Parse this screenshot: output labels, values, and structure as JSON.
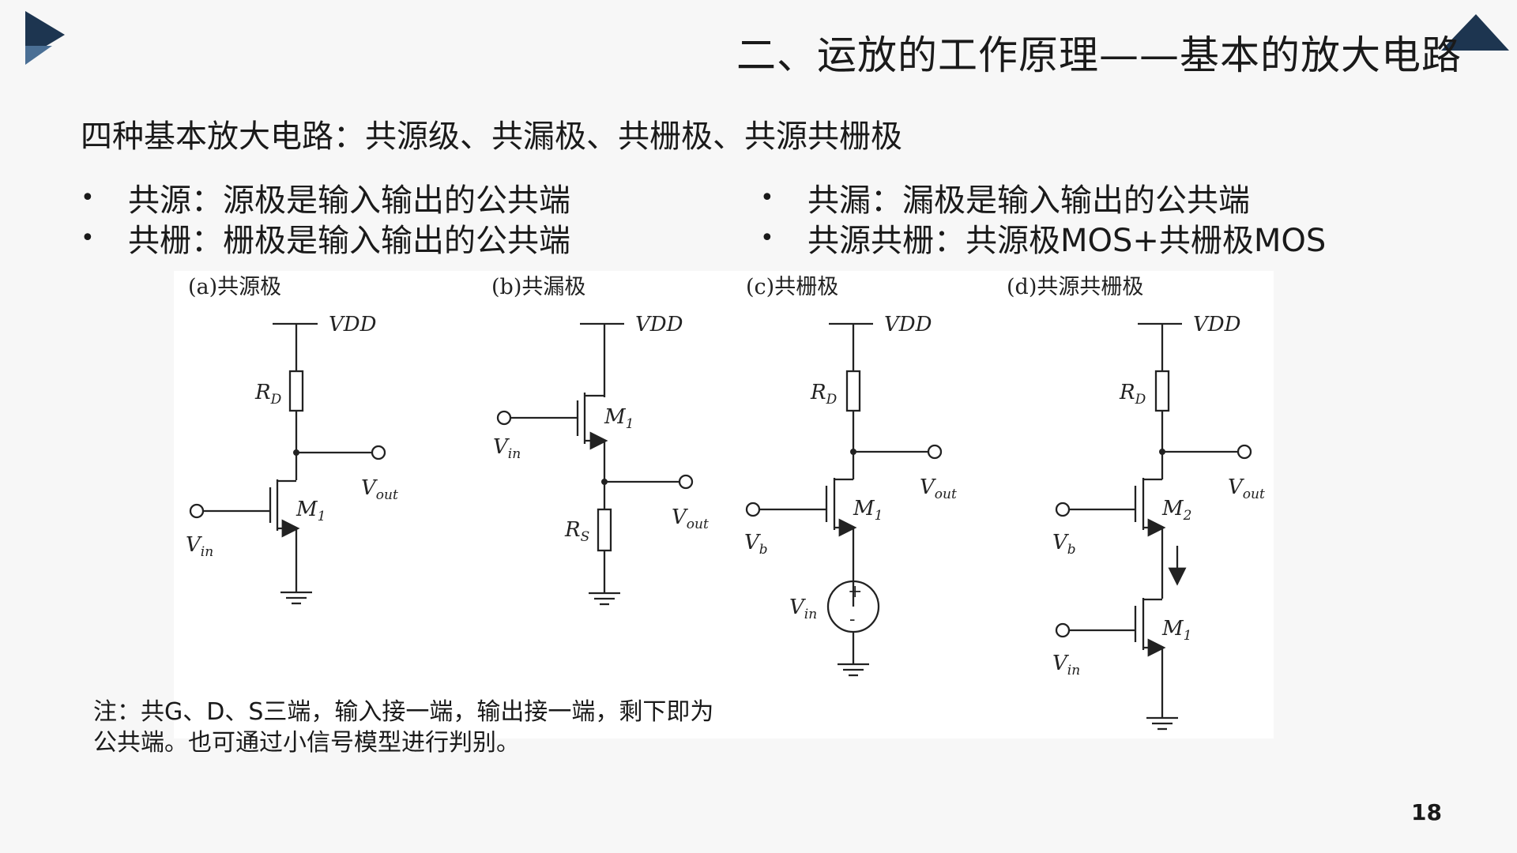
{
  "slide": {
    "title": "二、运放的工作原理——基本的放大电路",
    "intro": "四种基本放大电路：共源级、共漏极、共栅极、共源共栅极",
    "bullets": [
      "共源：源极是输入输出的公共端",
      "共漏：漏极是输入输出的公共端",
      "共栅：栅极是输入输出的公共端",
      "共源共栅：共源极MOS+共栅极MOS"
    ],
    "bullet_symbol": "•",
    "note_lines": [
      "注：共G、D、S三端，输入接一端，输出接一端，剩下即为",
      "公共端。也可通过小信号模型进行判别。"
    ],
    "page_number": "18"
  },
  "figure": {
    "circuits": [
      {
        "caption": "(a)共源极",
        "vdd": "VDD",
        "rd": "R",
        "rd_sub": "D",
        "m1": "M",
        "m1_sub": "1",
        "vin": "V",
        "vin_sub": "in",
        "vout": "V",
        "vout_sub": "out"
      },
      {
        "caption": "(b)共漏极",
        "vdd": "VDD",
        "m1": "M",
        "m1_sub": "1",
        "vin": "V",
        "vin_sub": "in",
        "rs": "R",
        "rs_sub": "S",
        "vout": "V",
        "vout_sub": "out"
      },
      {
        "caption": "(c)共栅极",
        "vdd": "VDD",
        "rd": "R",
        "rd_sub": "D",
        "m1": "M",
        "m1_sub": "1",
        "vb": "V",
        "vb_sub": "b",
        "vout": "V",
        "vout_sub": "out",
        "vin": "V",
        "vin_sub": "in",
        "plus": "+",
        "minus": "-"
      },
      {
        "caption": "(d)共源共栅极",
        "vdd": "VDD",
        "rd": "R",
        "rd_sub": "D",
        "m2": "M",
        "m2_sub": "2",
        "vb": "V",
        "vb_sub": "b",
        "vout": "V",
        "vout_sub": "out",
        "m1": "M",
        "m1_sub": "1",
        "vin": "V",
        "vin_sub": "in"
      }
    ]
  },
  "colors": {
    "background": "#f7f7f7",
    "logo_dark": "#1d3550",
    "logo_accent": "#4a6f95",
    "text": "#1a1a1a"
  }
}
